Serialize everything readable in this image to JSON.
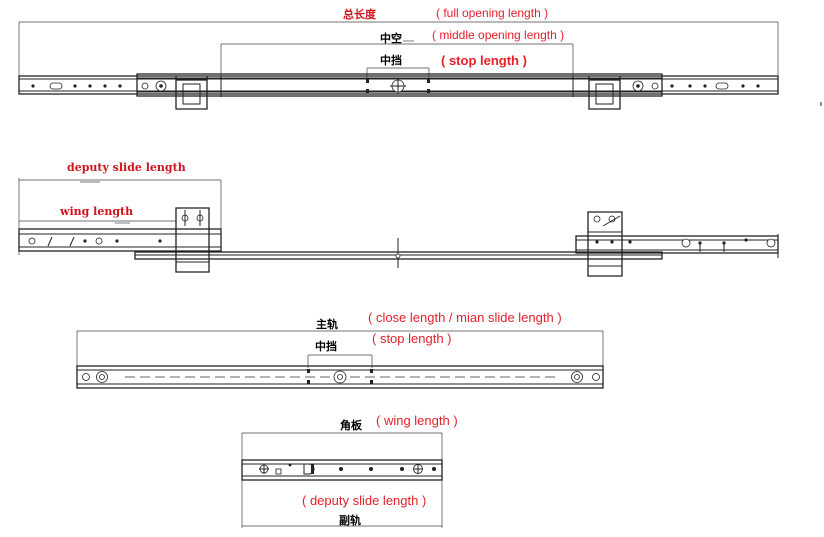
{
  "view1": {
    "full_cn": "总长度",
    "full_en": "( full opening length )",
    "middle_cn": "中空",
    "middle_en": "( middle opening length )",
    "stop_cn": "中挡",
    "stop_en": "( stop length )"
  },
  "view2": {
    "deputy_en": "deputy slide length",
    "wing_en": "wing length"
  },
  "view3": {
    "main_cn": "主轨",
    "close_en": "( close length / mian slide length )",
    "stop_cn": "中挡",
    "stop_en": "( stop length )"
  },
  "view4": {
    "wing_cn": "角板",
    "wing_en": "( wing length )",
    "deputy_en": "( deputy slide length )",
    "deputy_cn": "副轨"
  },
  "colors": {
    "label_red": "#e8202a",
    "line": "#222222"
  }
}
